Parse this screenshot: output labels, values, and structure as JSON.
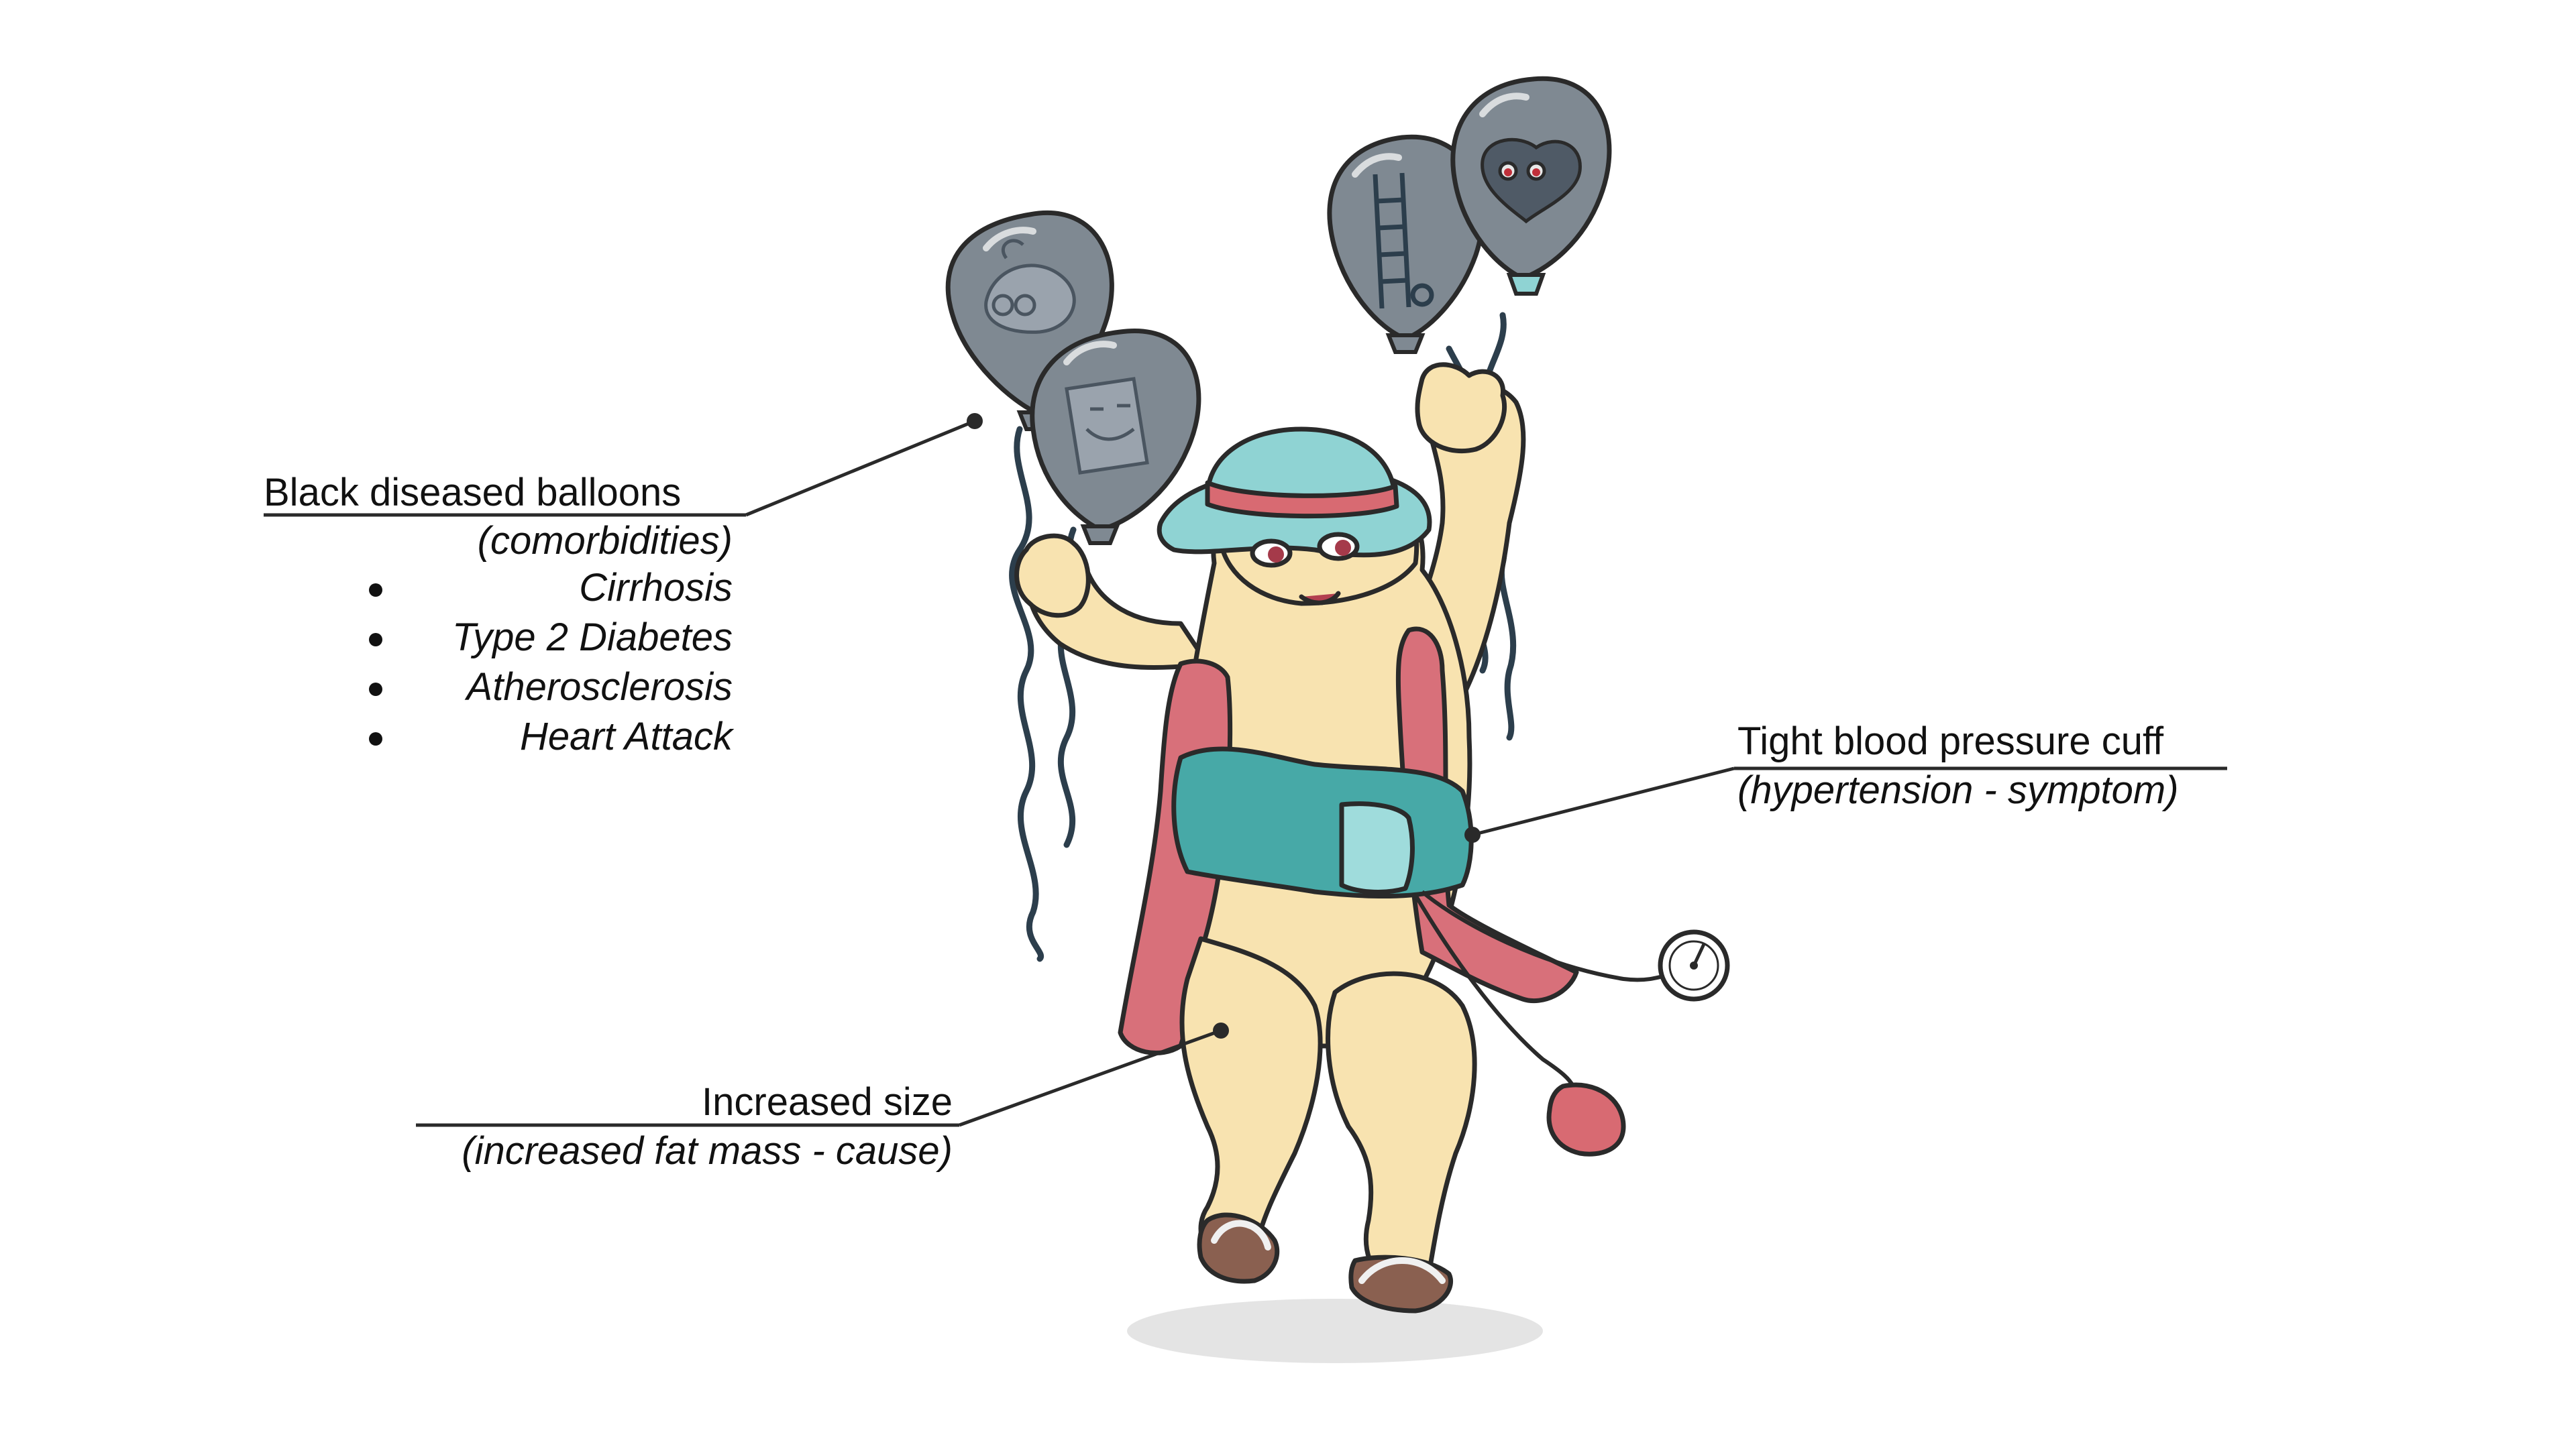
{
  "annotations": {
    "balloons": {
      "title": "Black diseased balloons",
      "subtitle": "(comorbidities)",
      "items": [
        "Cirrhosis",
        "Type 2 Diabetes",
        "Atherosclerosis",
        "Heart Attack"
      ]
    },
    "cuff": {
      "title": "Tight blood pressure cuff",
      "subtitle": "(hypertension - symptom)"
    },
    "size": {
      "title": "Increased size",
      "subtitle": "(increased fat mass - cause)"
    }
  },
  "colors": {
    "skin": "#f8e3b0",
    "outline": "#2a2a2a",
    "hat": "#8fd3d3",
    "hat_band": "#d86a72",
    "vest": "#d8707a",
    "cuff": "#47a9a7",
    "cuff_patch": "#9fdcdc",
    "balloon": "#7f8992",
    "string": "#2c3e4c",
    "bulb": "#d86a72"
  },
  "icons": [
    "liver-balloon-icon",
    "pancreas-balloon-icon",
    "ladder-artery-balloon-icon",
    "heart-balloon-icon",
    "pressure-gauge-icon"
  ]
}
